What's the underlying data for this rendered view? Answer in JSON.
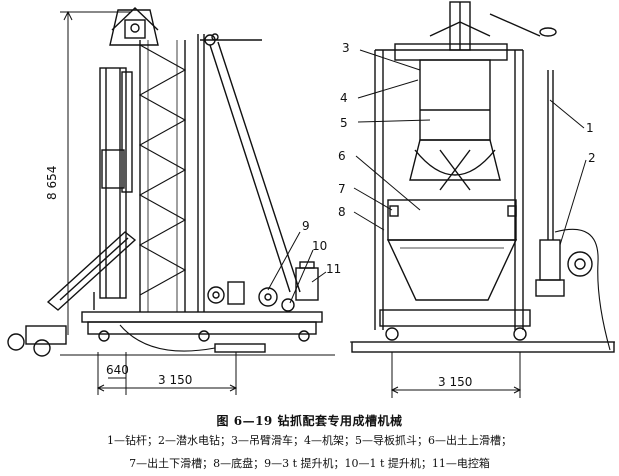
{
  "figure": {
    "title": "图 6—19   钻抓配套专用成槽机械",
    "legend_line_1": "1—钻杆；2—潜水电钻；3—吊臂滑车；4—机架；5—导板抓斗；6—出土上滑槽；",
    "legend_line_2": "7—出土下滑槽；8—底盘；9—3 t 提升机；10—1 t 提升机；11—电控箱"
  },
  "dimensions": {
    "height_label": "8 654",
    "base_left_label": "640",
    "base_right_label": "3 150",
    "front_base_label": "3 150"
  },
  "callouts": {
    "n1": "1",
    "n2": "2",
    "n3": "3",
    "n4": "4",
    "n5": "5",
    "n6": "6",
    "n7": "7",
    "n8": "8",
    "n9": "9",
    "n10": "10",
    "n11": "11"
  }
}
